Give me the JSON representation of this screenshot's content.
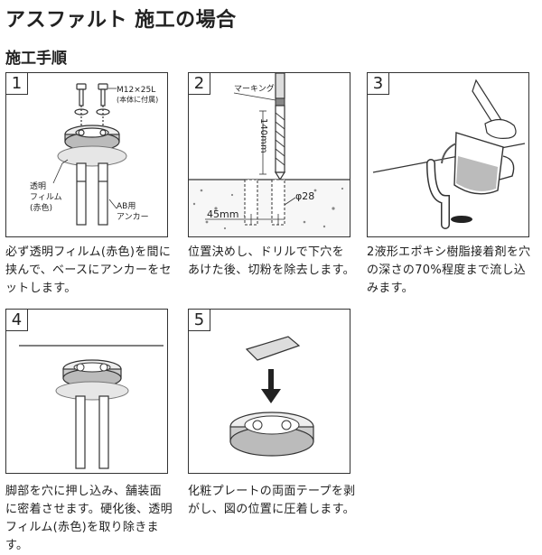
{
  "title": "アスファルト 施工の場合",
  "subtitle": "施工手順",
  "steps": [
    {
      "number": "1",
      "labels": {
        "bolt_spec": "M12×25L",
        "bolt_note": "(本体に付属)",
        "film_line1": "透明",
        "film_line2": "フィルム",
        "film_line3": "(赤色)",
        "anchor_line1": "AB用",
        "anchor_line2": "アンカー"
      },
      "description": "必ず透明フィルム(赤色)を間に挟んで、ベースにアンカーをセットします。"
    },
    {
      "number": "2",
      "labels": {
        "marking": "マーキング",
        "depth": "140mm",
        "diameter": "φ28",
        "width": "45mm"
      },
      "description": "位置決めし、ドリルで下穴をあけた後、切粉を除去します。"
    },
    {
      "number": "3",
      "labels": {},
      "description": "2液形エポキシ樹脂接着剤を穴の深さの70%程度まで流し込みます。"
    },
    {
      "number": "4",
      "labels": {},
      "description": "脚部を穴に押し込み、舗装面に密着させます。硬化後、透明フィルム(赤色)を取り除きます。"
    },
    {
      "number": "5",
      "labels": {},
      "description": "化粧プレートの両面テープを剥がし、図の位置に圧着します。"
    }
  ]
}
